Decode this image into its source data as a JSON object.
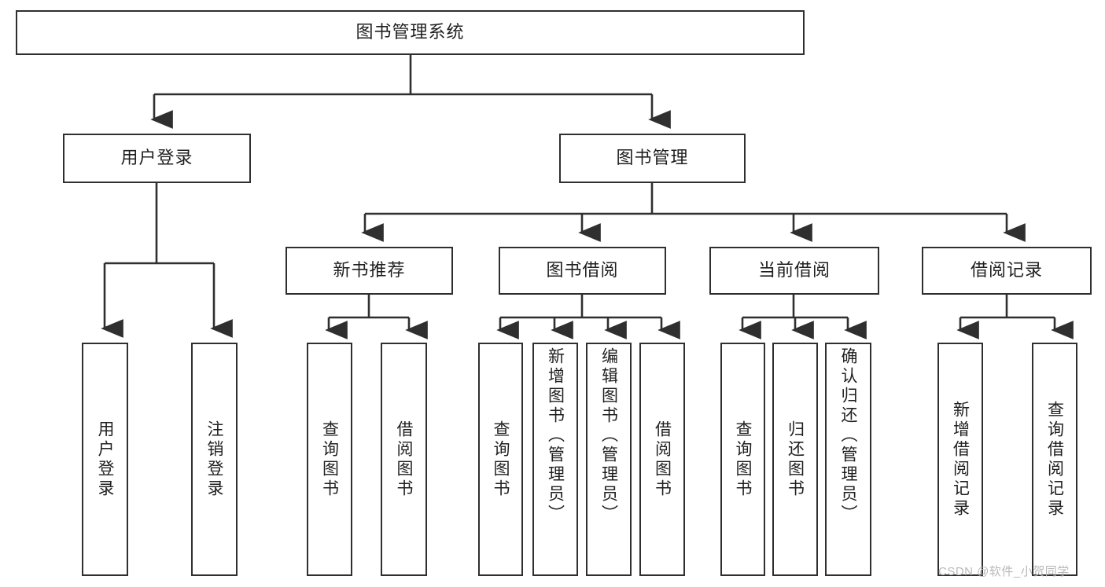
{
  "diagram": {
    "title": "图书管理系统",
    "type": "hierarchy-tree",
    "colors": {
      "box_border": "#2f2f2f",
      "box_fill": "#ffffff",
      "connector": "#2f2f2f",
      "text": "#1f1f1f",
      "watermark": "#b8b8b8",
      "background": "#ffffff"
    },
    "nodes": {
      "root": {
        "label": "图书管理系统"
      },
      "level1": [
        {
          "label": "用户登录"
        },
        {
          "label": "图书管理"
        }
      ],
      "level2": [
        {
          "label": "新书推荐"
        },
        {
          "label": "图书借阅"
        },
        {
          "label": "当前借阅"
        },
        {
          "label": "借阅记录"
        }
      ],
      "leaves": [
        {
          "label": "用户登录"
        },
        {
          "label": "注销登录"
        },
        {
          "label": "查询图书"
        },
        {
          "label": "借阅图书"
        },
        {
          "label": "查询图书"
        },
        {
          "label": "新增图书（管理员）"
        },
        {
          "label": "编辑图书（管理员）"
        },
        {
          "label": "借阅图书"
        },
        {
          "label": "查询图书"
        },
        {
          "label": "归还图书"
        },
        {
          "label": "确认归还（管理员）"
        },
        {
          "label": "新增借阅记录"
        },
        {
          "label": "查询借阅记录"
        }
      ]
    },
    "watermark": "CSDN @软件_小贺同学"
  }
}
